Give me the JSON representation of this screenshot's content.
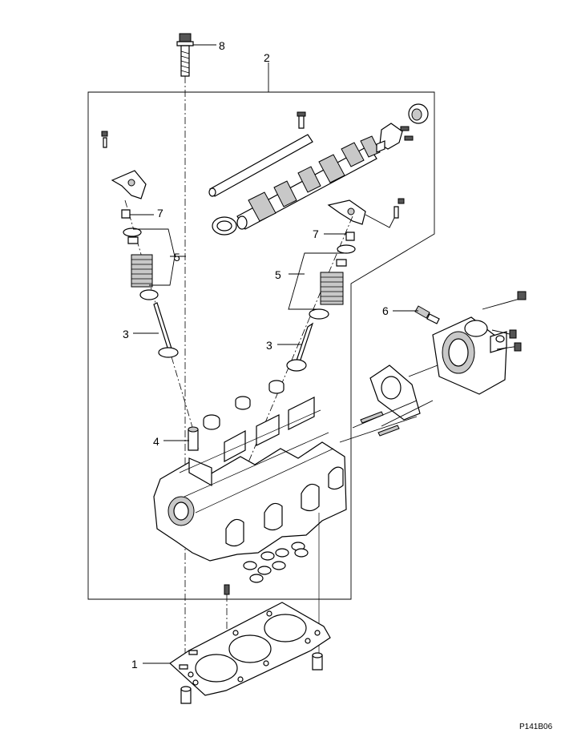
{
  "diagram": {
    "callouts": [
      "1",
      "2",
      "3",
      "3",
      "4",
      "5",
      "5",
      "6",
      "7",
      "7",
      "8"
    ],
    "code": "P141B06"
  }
}
